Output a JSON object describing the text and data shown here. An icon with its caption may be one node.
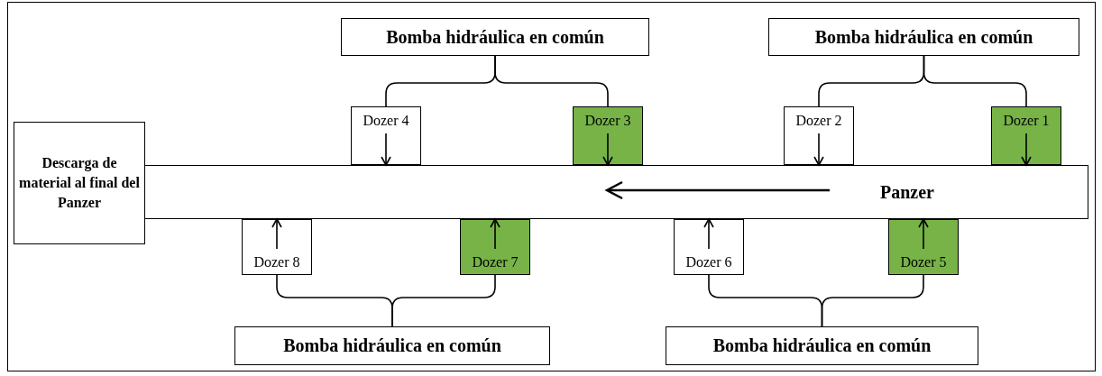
{
  "diagram": {
    "nodes": [
      {
        "text": [
          "Bomba hidráulica en común"
        ]
      },
      {
        "text": [
          "Bomba hidráulica en común"
        ]
      },
      {
        "text": [
          "Descarga de material al final del Panzer"
        ]
      },
      {
        "text": [
          "Dozer 4"
        ]
      },
      {
        "text": [
          "Dozer 3"
        ]
      },
      {
        "text": [
          "Dozer 2"
        ]
      },
      {
        "text": [
          "Dozer 1"
        ]
      },
      {
        "text": [
          "Panzer"
        ]
      },
      {
        "text": [
          "Dozer 8"
        ]
      },
      {
        "text": [
          "Dozer 7"
        ]
      },
      {
        "text": [
          "Dozer 6"
        ]
      },
      {
        "text": [
          "Dozer 5"
        ]
      },
      {
        "text": [
          "Bomba hidráulica en común"
        ]
      },
      {
        "text": [
          "Bomba hidráulica en común"
        ]
      }
    ],
    "edges": [
      {
        "from": 0,
        "to": 3,
        "arrow": "none"
      },
      {
        "from": 0,
        "to": 4,
        "arrow": "none"
      },
      {
        "from": 1,
        "to": 5,
        "arrow": "none"
      },
      {
        "from": 1,
        "to": 6,
        "arrow": "none"
      },
      {
        "from": 12,
        "to": 8,
        "arrow": "none"
      },
      {
        "from": 12,
        "to": 9,
        "arrow": "none"
      },
      {
        "from": 13,
        "to": 10,
        "arrow": "none"
      },
      {
        "from": 13,
        "to": 11,
        "arrow": "none"
      },
      {
        "from": 3,
        "to": 7,
        "arrow": "to"
      },
      {
        "from": 4,
        "to": 7,
        "arrow": "to"
      },
      {
        "from": 5,
        "to": 7,
        "arrow": "to"
      },
      {
        "from": 6,
        "to": 7,
        "arrow": "to"
      },
      {
        "from": 8,
        "to": 7,
        "arrow": "to"
      },
      {
        "from": 9,
        "to": 7,
        "arrow": "to"
      },
      {
        "from": 10,
        "to": 7,
        "arrow": "to"
      },
      {
        "from": 11,
        "to": 7,
        "arrow": "to"
      }
    ]
  }
}
